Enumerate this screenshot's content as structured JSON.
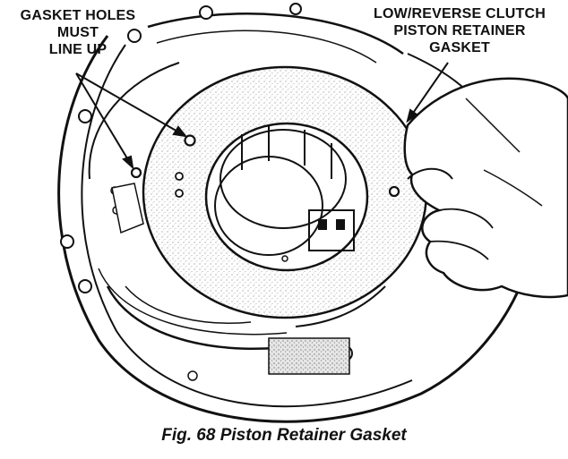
{
  "callouts": {
    "left": {
      "line1": "GASKET HOLES",
      "line2": "MUST",
      "line3": "LINE UP"
    },
    "right": {
      "line1": "LOW/REVERSE CLUTCH",
      "line2": "PISTON RETAINER",
      "line3": "GASKET"
    }
  },
  "caption": "Fig. 68 Piston Retainer Gasket"
}
